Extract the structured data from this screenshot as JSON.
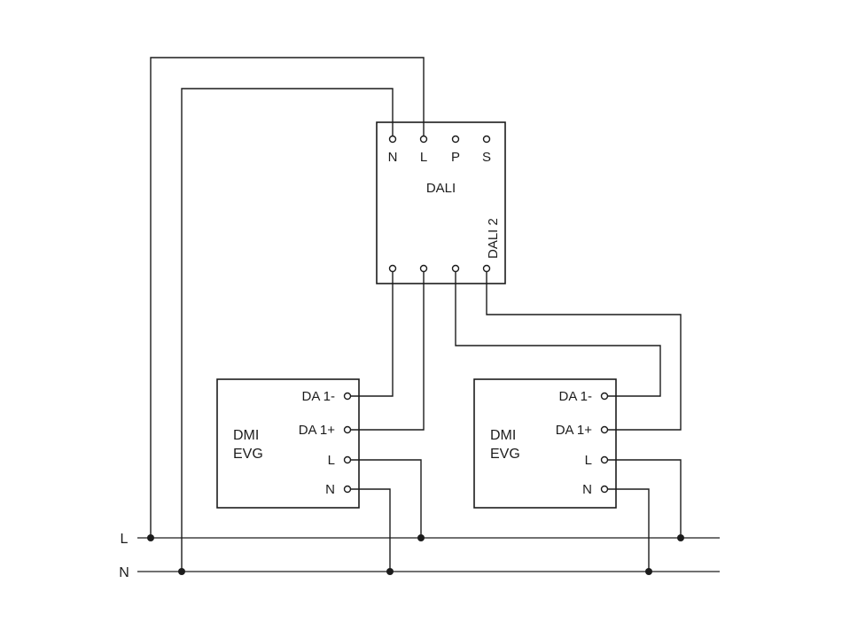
{
  "diagram": {
    "dali_unit": {
      "label": "DALI",
      "channel_label": "DALI 2",
      "top_terminals": [
        "N",
        "L",
        "P",
        "S"
      ]
    },
    "ballast_left": {
      "name_line1": "DMI",
      "name_line2": "EVG",
      "terminals": [
        "DA 1-",
        "DA 1+",
        "L",
        "N"
      ]
    },
    "ballast_right": {
      "name_line1": "DMI",
      "name_line2": "EVG",
      "terminals": [
        "DA 1-",
        "DA 1+",
        "L",
        "N"
      ]
    },
    "mains": {
      "line_label": "L",
      "neutral_label": "N"
    },
    "colors": {
      "line": "#1c1c1c",
      "background": "#ffffff"
    }
  }
}
